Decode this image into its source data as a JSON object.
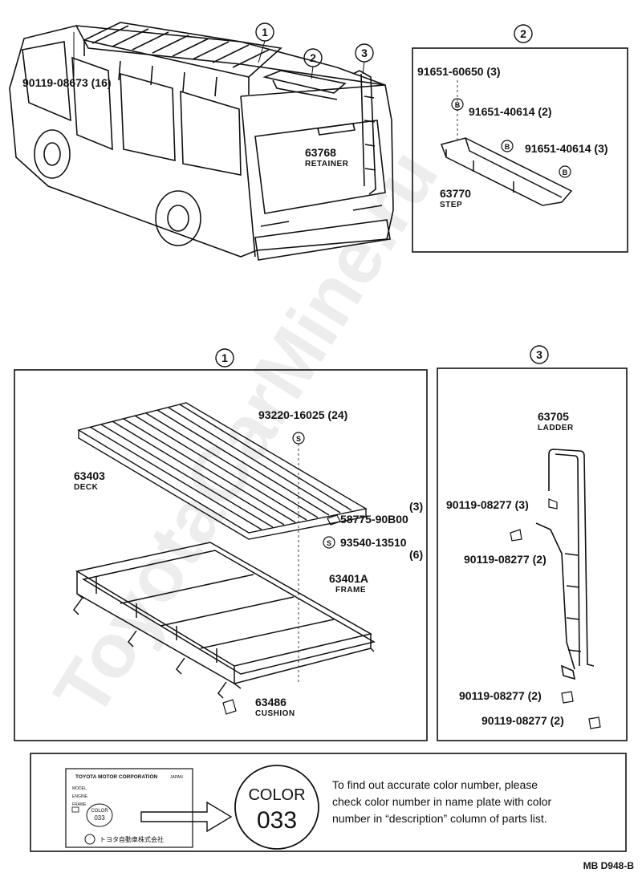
{
  "watermark": "ToyotaCarMine.ru",
  "callouts": {
    "c1": "1",
    "c2": "2",
    "c3": "3"
  },
  "overview": {
    "bolt": "90119-08673 (16)",
    "retainer": {
      "number": "63768",
      "name": "RETAINER"
    }
  },
  "step_panel": {
    "fastener_a": "91651-60650 (3)",
    "fastener_b": "91651-40614 (2)",
    "fastener_c": "91651-40614 (3)",
    "part": {
      "number": "63770",
      "name": "STEP"
    },
    "marker": "B"
  },
  "rack_panel": {
    "screw": "93220-16025 (24)",
    "deck": {
      "number": "63403",
      "name": "DECK"
    },
    "clip_qty": "(3)",
    "clip": "58775-90B00",
    "nut": "93540-13510",
    "nut_qty": "(6)",
    "frame": {
      "number": "63401A",
      "name": "FRAME"
    },
    "cushion": {
      "number": "63486",
      "name": "CUSHION"
    },
    "marker": "S"
  },
  "ladder_panel": {
    "ladder": {
      "number": "63705",
      "name": "LADDER"
    },
    "bolt1": "90119-08277 (3)",
    "bolt2": "90119-08277 (2)",
    "bolt3": "90119-08277 (2)",
    "bolt4": "90119-08277 (2)"
  },
  "color_box": {
    "plate_maker": "TOYOTA MOTOR CORPORATION",
    "plate_country": "JAPAN",
    "plate_model": "MODEL",
    "plate_engine": "ENGINE",
    "plate_frame": "FRAME",
    "plate_color": "COLOR",
    "plate_color_code": "033",
    "plate_kanji": "トヨタ自動車株式会社",
    "badge_label": "COLOR",
    "badge_code": "033",
    "note": [
      "To find out accurate color number, please",
      "check color number in name plate with color",
      "number in “description” column of parts list."
    ]
  },
  "diagram_code": "MB D948-B"
}
